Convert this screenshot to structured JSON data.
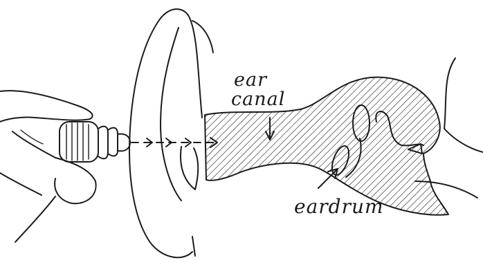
{
  "labels": {
    "ear": "ear",
    "canal": "canal",
    "eardrum": "eardrum"
  },
  "colors": {
    "ink": "#1a1a1a",
    "background": "#ffffff"
  }
}
